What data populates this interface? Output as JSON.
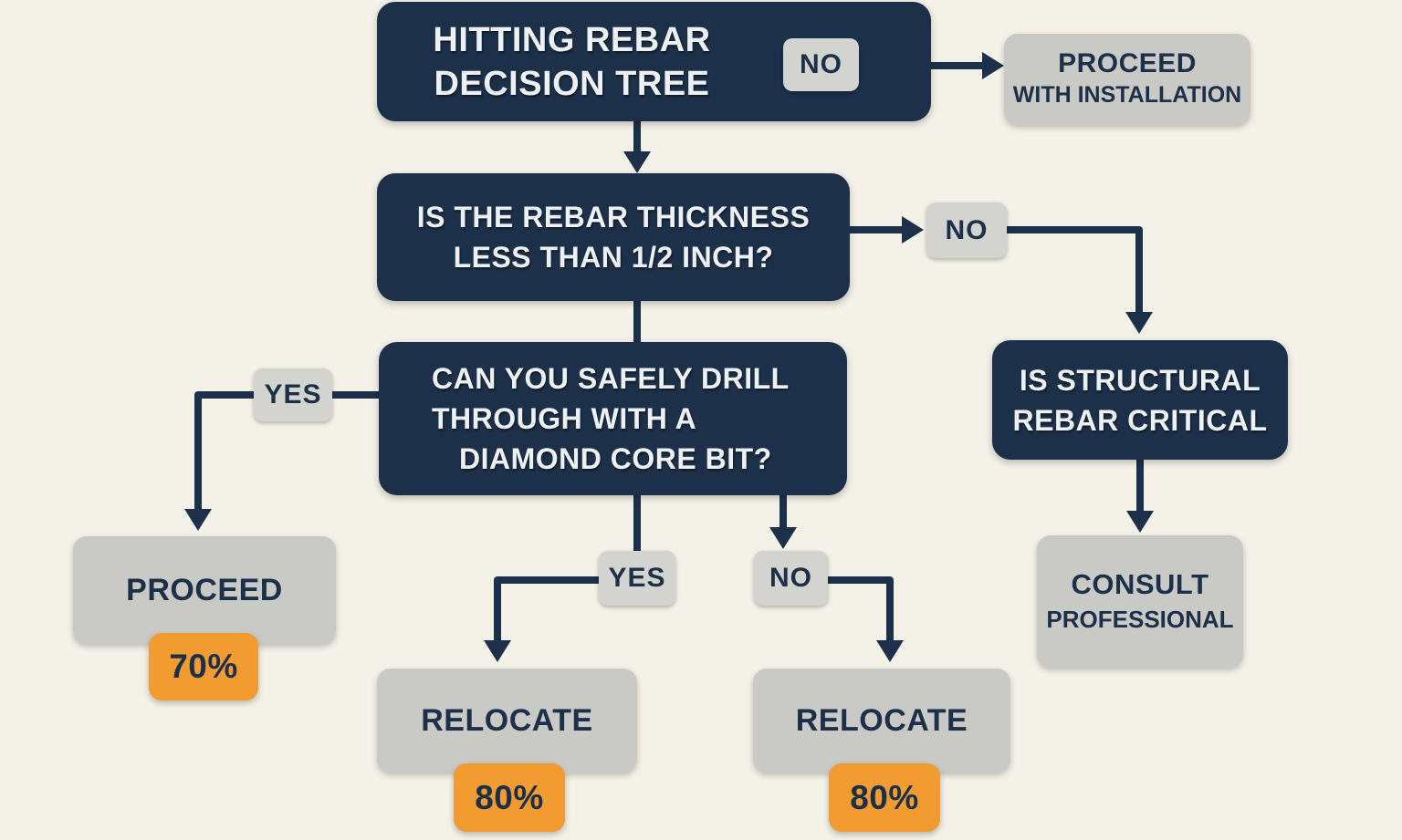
{
  "title": "Hitting Rebar Decision Tree",
  "colors": {
    "navy": "#1d3049",
    "gray": "#c9cac6",
    "badge-gray": "#d3d4d0",
    "orange": "#f19b31",
    "background": "#f4f1e8",
    "text-light": "#eef1f4"
  },
  "nodes": {
    "title": {
      "line1": "HITTING REBAR",
      "line2": "DECISION TREE",
      "badge": "NO"
    },
    "proceed_installation": {
      "line1": "PROCEED",
      "line2": "WITH INSTALLATION"
    },
    "q_thickness": {
      "line1": "IS THE REBAR THICKNESS",
      "line2": "LESS THAN 1/2 INCH?"
    },
    "no_badge_thickness": {
      "label": "NO"
    },
    "q_structural": {
      "line1": "IS STRUCTURAL",
      "line2": "REBAR CRITICAL"
    },
    "consult": {
      "line1": "CONSULT",
      "line2": "PROFESSIONAL"
    },
    "q_drill": {
      "line1": "CAN YOU SAFELY DRILL",
      "line2": "THROUGH WITH A",
      "line3": "DIAMOND CORE BIT?"
    },
    "yes_badge_left": {
      "label": "YES"
    },
    "proceed": {
      "label": "PROCEED",
      "percent": "70%"
    },
    "yes_badge_mid": {
      "label": "YES"
    },
    "no_badge_mid": {
      "label": "NO"
    },
    "relocate_left": {
      "label": "RELOCATE",
      "percent": "80%"
    },
    "relocate_right": {
      "label": "RELOCATE",
      "percent": "80%"
    }
  }
}
